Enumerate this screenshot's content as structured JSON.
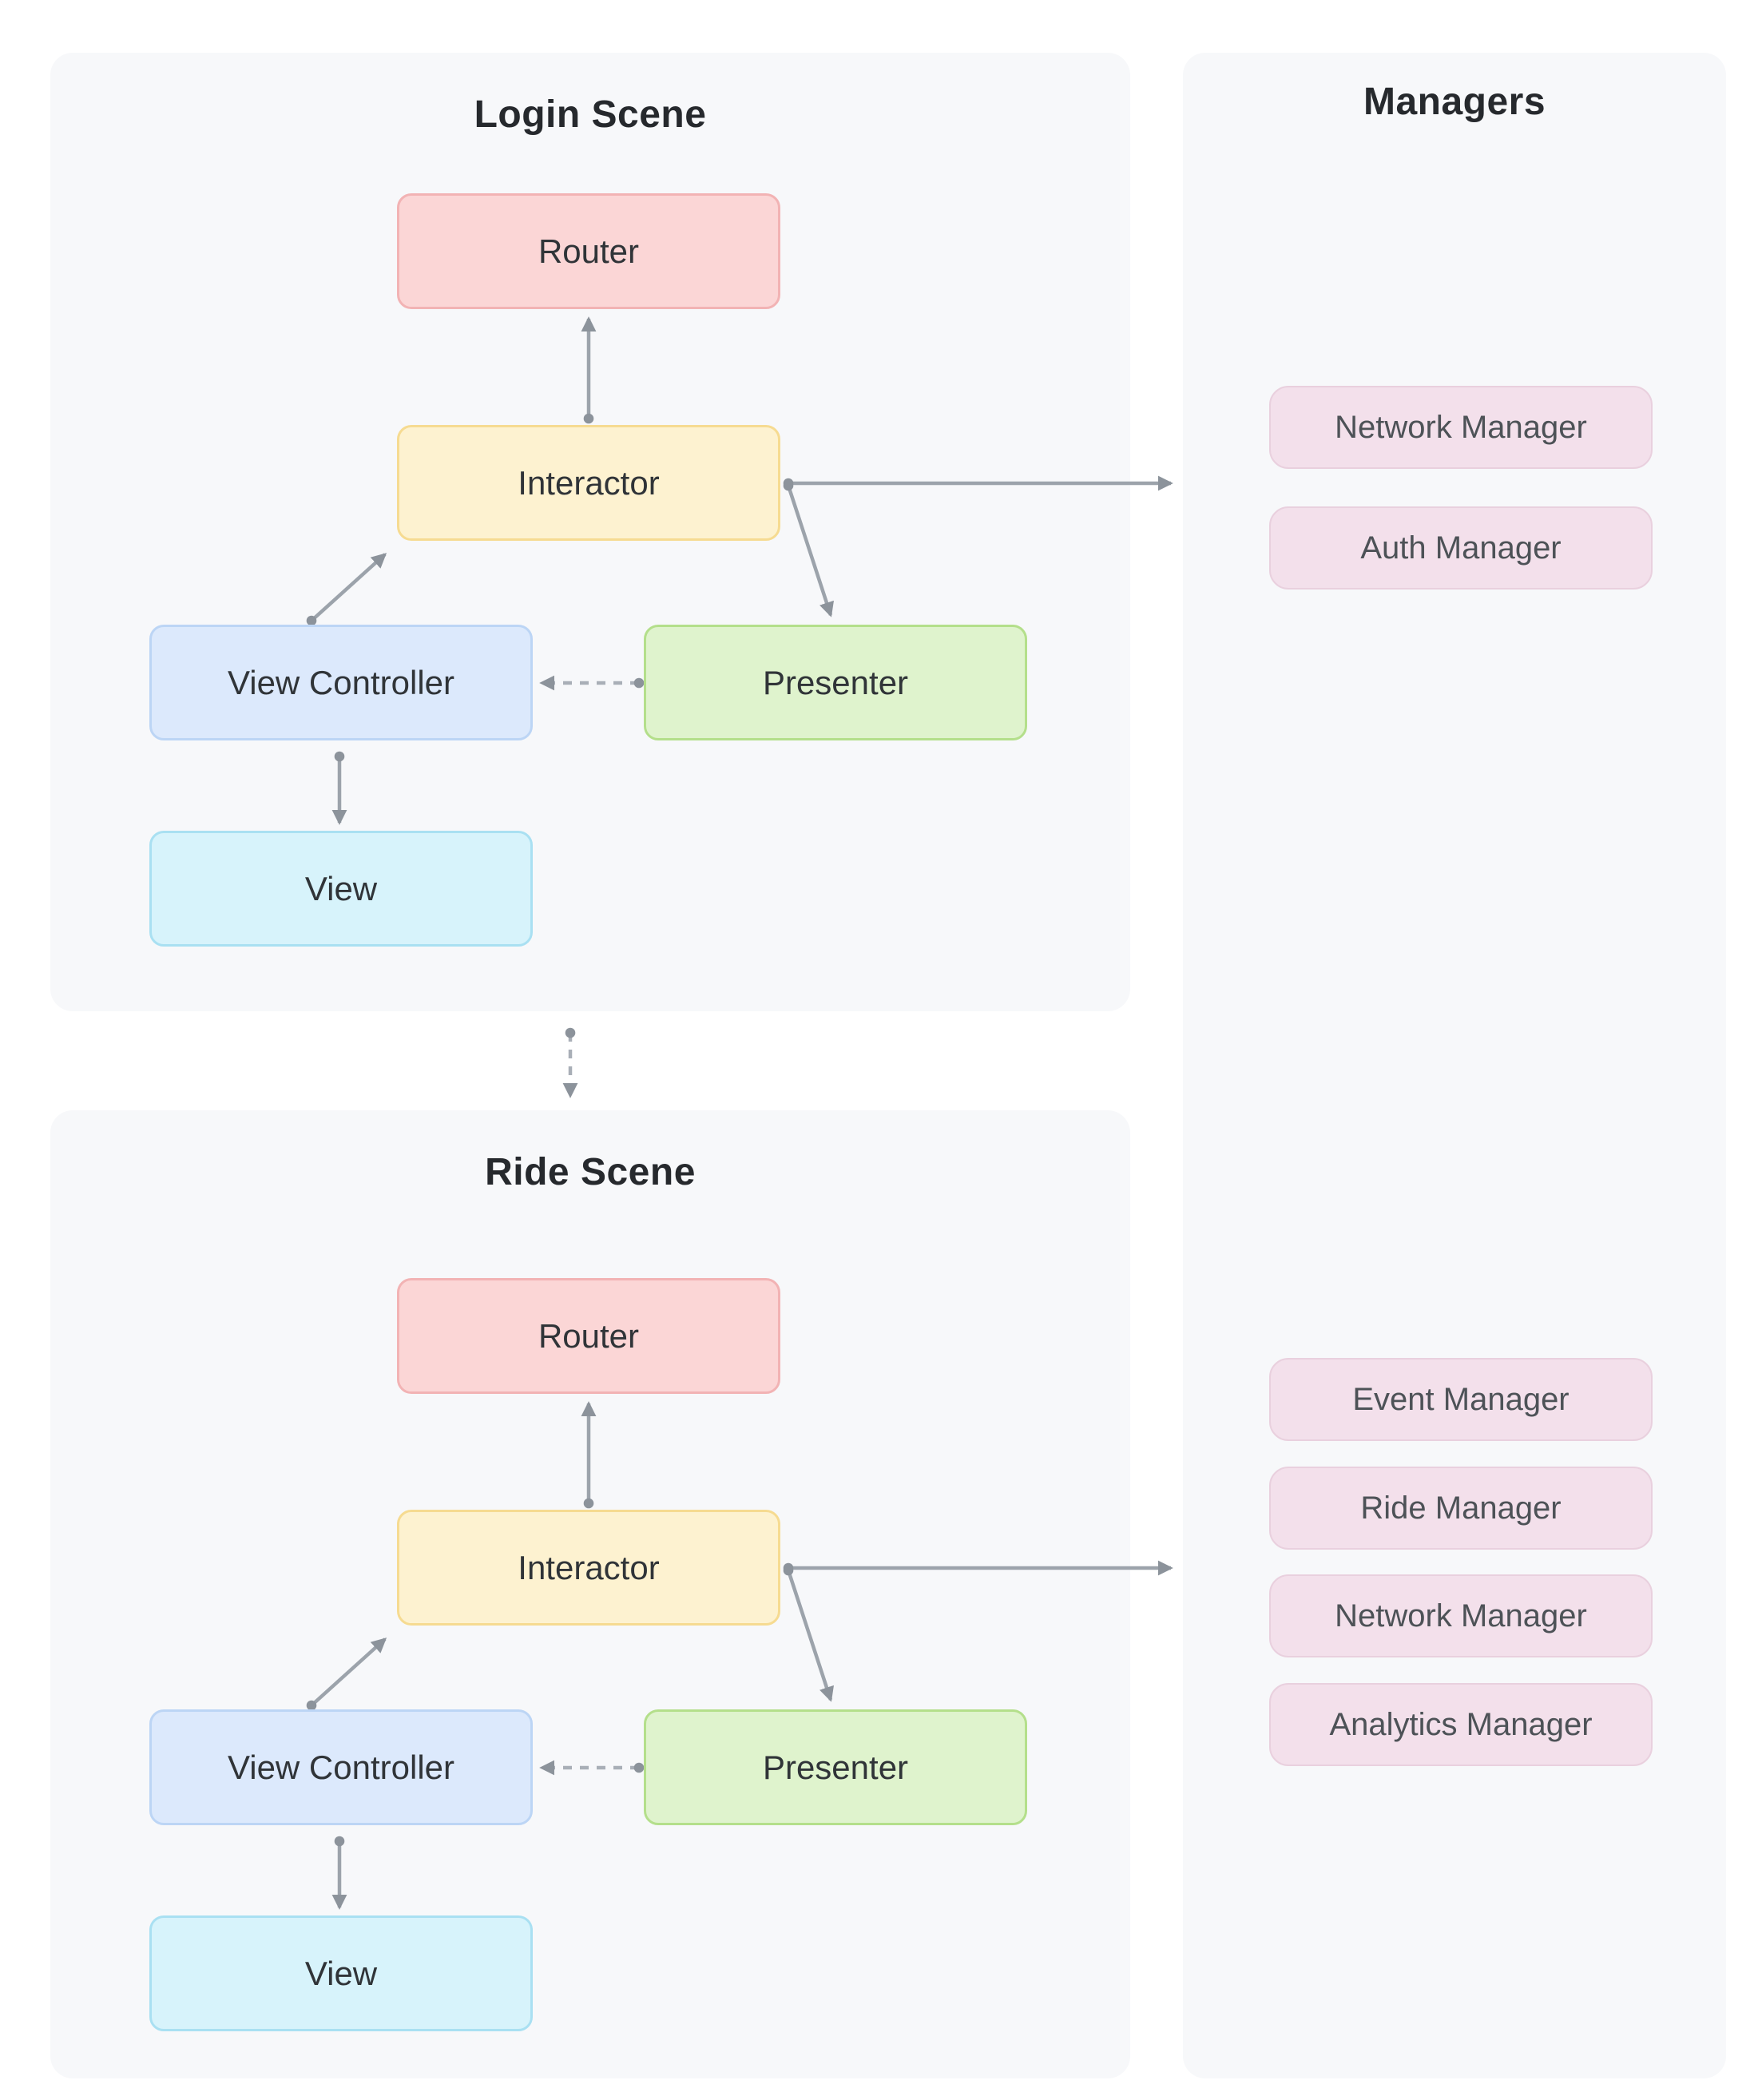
{
  "login_scene": {
    "title": "Login Scene",
    "router": "Router",
    "interactor": "Interactor",
    "view_controller": "View Controller",
    "presenter": "Presenter",
    "view": "View"
  },
  "ride_scene": {
    "title": "Ride Scene",
    "router": "Router",
    "interactor": "Interactor",
    "view_controller": "View Controller",
    "presenter": "Presenter",
    "view": "View"
  },
  "managers": {
    "title": "Managers",
    "login_managers": [
      "Network Manager",
      "Auth Manager"
    ],
    "ride_managers": [
      "Event Manager",
      "Ride Manager",
      "Network Manager",
      "Analytics Manager"
    ]
  },
  "colors": {
    "panel_bg": "#f7f8fa",
    "router_fill": "#fbd6d6",
    "router_border": "#f2b3b4",
    "interactor_fill": "#fdf2d0",
    "interactor_border": "#f6db91",
    "view_controller_fill": "#dce9fc",
    "view_controller_border": "#bcd5f5",
    "presenter_fill": "#dff3cd",
    "presenter_border": "#b4df8b",
    "view_fill": "#d7f3fb",
    "view_border": "#a9e0f2",
    "manager_fill": "#f3e0eb",
    "manager_border": "#e9d0de",
    "arrow_solid": "#9ca3ab",
    "arrow_dashed": "#a9afb7",
    "box_text": "#303438",
    "title_text": "#26292d"
  }
}
